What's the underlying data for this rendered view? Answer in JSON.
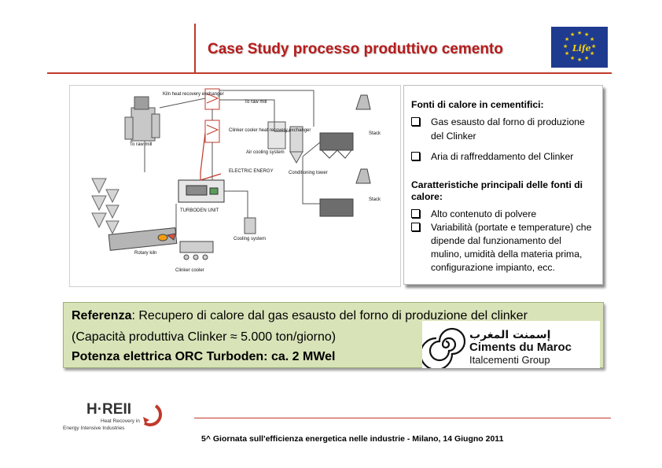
{
  "header": {
    "title": "Case Study processo produttivo cemento",
    "logo_text": "Life"
  },
  "diagram": {
    "labels": {
      "kiln_hre": "Kiln heat recovery exchanger",
      "to_raw_mill_1": "To raw mill",
      "to_raw_mill_2": "To raw mill",
      "clinker_cooler_hre": "Clinker cooler heat recovery exchanger",
      "air_cooling": "Air cooling system",
      "electric_energy": "ELECTRIC ENERGY",
      "turboden_unit": "TURBODEN UNIT",
      "conditioning_tower": "Conditioning tower",
      "stack_1": "Stack",
      "stack_2": "Stack",
      "cooling_system": "Cooling system",
      "rotary_kiln": "Rotary kiln",
      "clinker_cooler": "Clinker cooler"
    }
  },
  "info": {
    "heading1": "Fonti di calore in cementifici:",
    "sources": [
      "Gas esausto dal forno di produzione del Clinker",
      "Aria di raffreddamento del Clinker"
    ],
    "heading2": "Caratteristiche principali delle fonti di calore:",
    "features": [
      "Alto contenuto di polvere",
      "Variabilità (portate e temperature) che dipende dal funzionamento del mulino, umidità della materia prima, configurazione impianto, ecc."
    ]
  },
  "reference": {
    "label": "Referenza",
    "line1_rest": ": Recupero di calore dal gas esausto del forno di produzione del clinker",
    "line2": "(Capacità produttiva Clinker  ≈  5.000 ton/giorno)",
    "line3": "Potenza elettrica ORC Turboden: ca. 2 MWel"
  },
  "partner_logo": {
    "arabic": "إسمنت المغرب",
    "name": "Ciments du Maroc",
    "group": "Italcementi Group"
  },
  "hreii_logo": {
    "name": "H·REII",
    "tagline1": "Heat Recovery in",
    "tagline2": "Energy Intensive Industries"
  },
  "footer": {
    "text": "5^ Giornata sull'efficienza energetica nelle industrie - Milano, 14 Giugno 2011"
  },
  "colors": {
    "title_red": "#b81c1c",
    "rule_red": "#c0392b",
    "ref_bg": "#d8e3b8",
    "eu_blue": "#1f3b8f",
    "eu_star": "#f5d20a"
  }
}
